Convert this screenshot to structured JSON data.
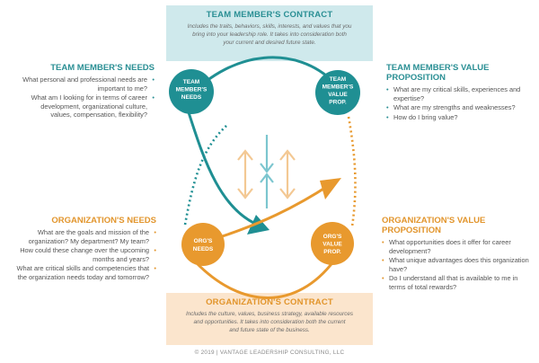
{
  "team_contract": {
    "title": "TEAM MEMBER'S  CONTRACT",
    "desc_1": "Includes the traits, behaviors, skills, interests, and values that you",
    "desc_2": "bring  into your leadership role. It takes into consideration both",
    "desc_3": "your  current and desired future state."
  },
  "team_needs": {
    "title": "TEAM MEMBER'S NEEDS",
    "items": [
      "What personal and professional needs are important to me?",
      "What am I looking for in terms of career development, organizational culture, values, compensation, flexibility?"
    ]
  },
  "team_value": {
    "title_1": "TEAM MEMBER'S VALUE",
    "title_2": "PROPOSITION",
    "items": [
      "What are my critical skills, experiences and expertise?",
      "What are my strengths and weaknesses?",
      "How do I bring value?"
    ]
  },
  "org_needs": {
    "title": "ORGANIZATION'S NEEDS",
    "items": [
      "What are the goals and mission of the organization? My department? My team?",
      "How could these change over the upcoming months and years?",
      "What are critical skills and competencies that the organization needs today and tomorrow?"
    ]
  },
  "org_value": {
    "title_1": "ORGANIZATION'S VALUE",
    "title_2": "PROPOSITION",
    "items": [
      "What opportunities does it offer for career development?",
      "What unique advantages does this organization have?",
      "Do I understand all that is available to me in terms of total rewards?"
    ]
  },
  "org_contract": {
    "title": "ORGANIZATION'S CONTRACT",
    "desc_1": "Includes the culture, values, business strategy, available resources",
    "desc_2": "and opportunities. It takes into consideration both the current",
    "desc_3": "and future state of the business."
  },
  "circles": {
    "team_needs": [
      "TEAM",
      "MEMBER'S",
      "NEEDS"
    ],
    "team_value": [
      "TEAM",
      "MEMBER'S",
      "VALUE",
      "PROP."
    ],
    "org_needs": [
      "ORG'S",
      "NEEDS"
    ],
    "org_value": [
      "ORG'S",
      "VALUE",
      "PROP."
    ]
  },
  "colors": {
    "teal": "#1f8f93",
    "orange": "#e8992e",
    "teal_light": "#7cc6cf",
    "orange_light": "#f3c893"
  },
  "copyright": "© 2019  |  VANTAGE LEADERSHIP CONSULTING, LLC"
}
